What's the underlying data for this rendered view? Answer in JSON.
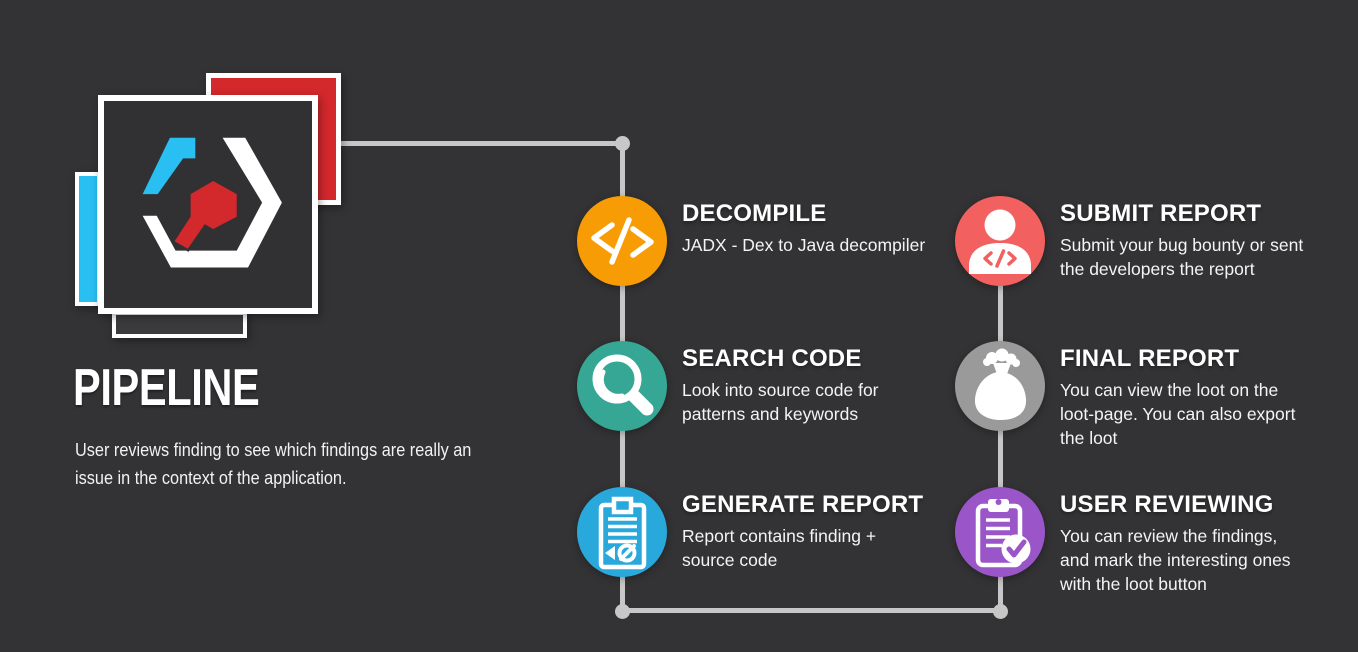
{
  "colors": {
    "background": "#333234",
    "connector_line": "#C7C7C7",
    "logo_red": "#D3282C",
    "logo_cyan": "#29BFF2",
    "logo_panel_dark": "#3B3A3D",
    "step_orange": "#F89C05",
    "step_teal": "#36A795",
    "step_blue": "#29A8DC",
    "step_red": "#F26060",
    "step_gray": "#9A9A9A",
    "step_purple": "#9A55C8"
  },
  "header": {
    "title": "PIPELINE",
    "description": "User reviews finding to see which findings are really an\nissue in the context of the application."
  },
  "logo": {
    "icon": "hexagon-code-logo"
  },
  "columns": [
    {
      "steps": [
        {
          "title": "DECOMPILE",
          "description": "JADX - Dex to Java decompiler",
          "color": "#F89C05",
          "icon": "code-icon"
        },
        {
          "title": "SEARCH CODE",
          "description": "Look into source code for\npatterns and keywords",
          "color": "#36A795",
          "icon": "search-icon"
        },
        {
          "title": "GENERATE REPORT",
          "description": "Report contains finding +\nsource code",
          "color": "#29A8DC",
          "icon": "report-document-icon"
        }
      ]
    },
    {
      "steps": [
        {
          "title": "SUBMIT REPORT",
          "description": "Submit your bug bounty or sent\nthe developers the report",
          "color": "#F26060",
          "icon": "developer-person-icon"
        },
        {
          "title": "FINAL REPORT",
          "description": "You can view the loot on the\nloot-page. You can also export\nthe loot",
          "color": "#9A9A9A",
          "icon": "moneybag-icon"
        },
        {
          "title": "USER REVIEWING",
          "description": "You can review the findings,\nand mark the interesting ones\nwith the loot button",
          "color": "#9A55C8",
          "icon": "clipboard-check-icon"
        }
      ]
    }
  ]
}
